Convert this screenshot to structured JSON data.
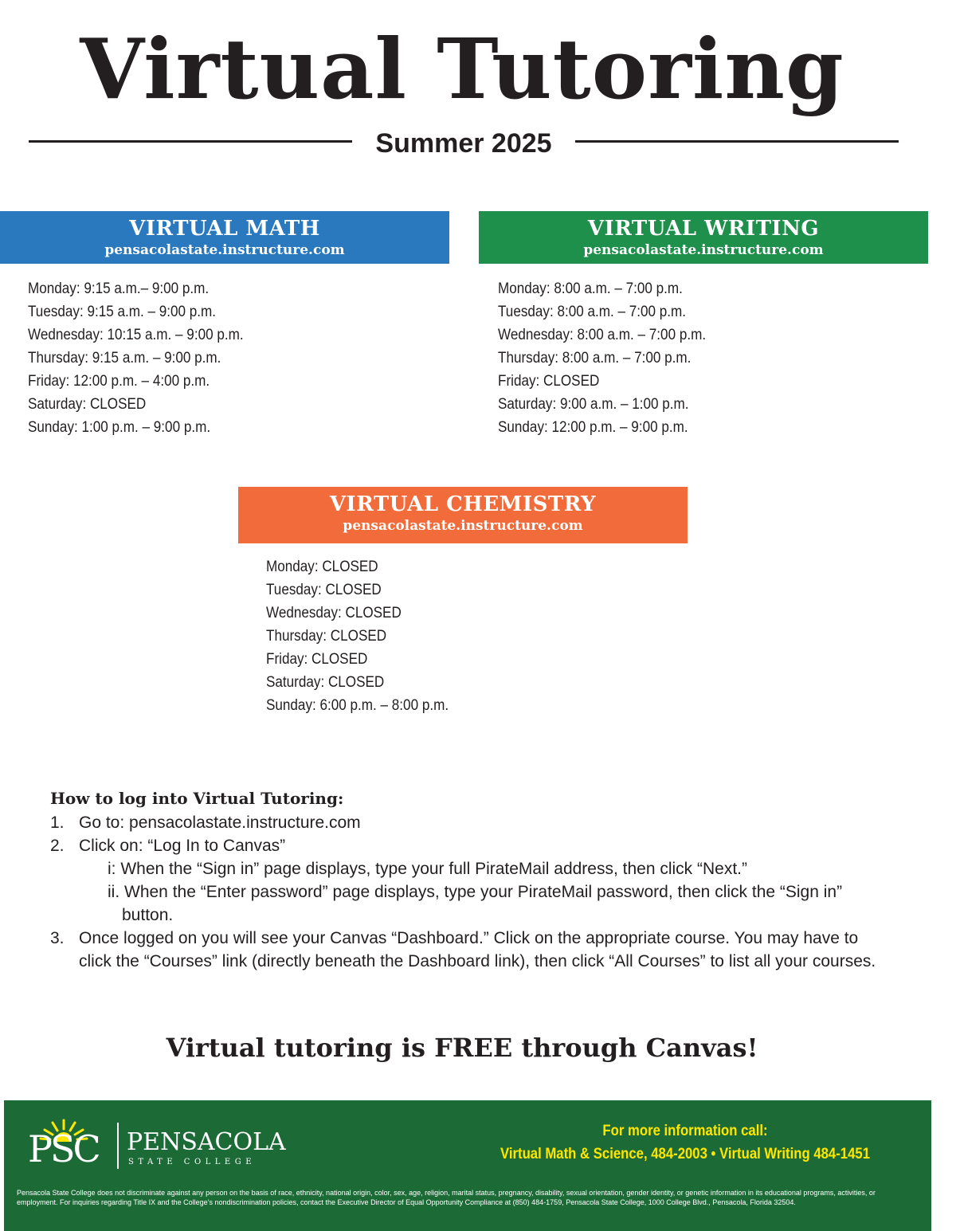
{
  "header": {
    "title": "Virtual Tutoring",
    "subtitle": "Summer 2025"
  },
  "math": {
    "title": "VIRTUAL MATH",
    "url": "pensacolastate.instructure.com",
    "color": "#2a79be",
    "hours": [
      "Monday: 9:15 a.m.– 9:00 p.m.",
      "Tuesday: 9:15 a.m. – 9:00 p.m.",
      "Wednesday: 10:15 a.m. – 9:00 p.m.",
      "Thursday: 9:15 a.m. – 9:00 p.m.",
      "Friday: 12:00 p.m. – 4:00 p.m.",
      "Saturday: CLOSED",
      "Sunday: 1:00 p.m. – 9:00 p.m."
    ]
  },
  "writing": {
    "title": "VIRTUAL WRITING",
    "url": "pensacolastate.instructure.com",
    "color": "#1f8f4c",
    "hours": [
      "Monday: 8:00 a.m. – 7:00 p.m.",
      "Tuesday: 8:00 a.m. – 7:00 p.m.",
      "Wednesday: 8:00 a.m. – 7:00 p.m.",
      "Thursday: 8:00 a.m. – 7:00 p.m.",
      "Friday: CLOSED",
      "Saturday: 9:00 a.m. – 1:00 p.m.",
      "Sunday: 12:00 p.m. – 9:00 p.m."
    ]
  },
  "chemistry": {
    "title": "VIRTUAL CHEMISTRY",
    "url": "pensacolastate.instructure.com",
    "color": "#f26b3a",
    "hours": [
      "Monday: CLOSED",
      "Tuesday: CLOSED",
      "Wednesday: CLOSED",
      "Thursday: CLOSED",
      "Friday: CLOSED",
      "Saturday: CLOSED",
      "Sunday: 6:00 p.m. – 8:00 p.m."
    ]
  },
  "howto": {
    "title": "How to log into Virtual Tutoring:",
    "steps": [
      {
        "num": "1.",
        "text": "Go to: pensacolastate.instructure.com"
      },
      {
        "num": "2.",
        "text": "Click on: “Log In to Canvas”"
      },
      {
        "num": "3.",
        "text": "Once logged on you will see your Canvas “Dashboard.” Click on the appropriate course. You may have to click the “Courses” link (directly beneath the Dashboard link), then click “All Courses” to list all your courses."
      }
    ],
    "substeps": [
      "i: When the “Sign in” page displays, type your full PirateMail address, then click “Next.”",
      "ii. When the “Enter password” page displays, type your PirateMail password, then click the “Sign in” button."
    ]
  },
  "free_line": "Virtual tutoring is FREE through Canvas!",
  "footer": {
    "logo_mark": "PSC",
    "logo_name": "PENSACOLA",
    "logo_sub": "STATE COLLEGE",
    "contact_heading": "For more information call:",
    "contact_numbers": "Virtual Math & Science, 484-2003 • Virtual Writing 484-1451",
    "disclaimer": "Pensacola State College does not discriminate against any person on the basis of race, ethnicity, national origin, color, sex, age, religion, marital status, pregnancy, disability, sexual orientation, gender identity, or genetic information in its educational programs, activities, or employment. For inquiries regarding Title IX and the College’s nondiscrimination policies, contact the Executive Director of Equal Opportunity Compliance at (850) 484-1759, Pensacola State College, 1000 College Blvd., Pensacola, Florida 32504.",
    "background": "#1c6b37",
    "accent": "#ffe600"
  }
}
